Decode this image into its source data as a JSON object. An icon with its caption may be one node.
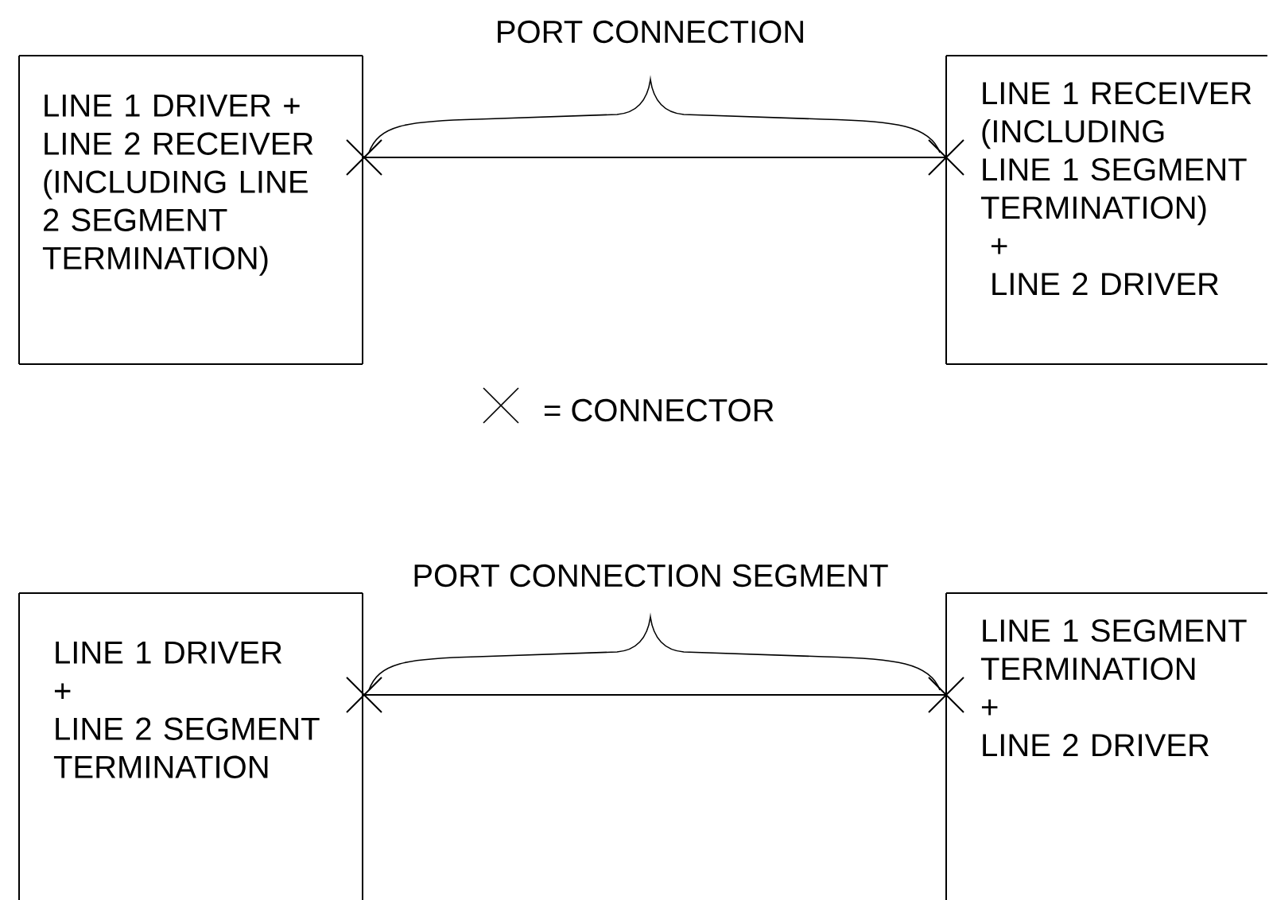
{
  "diagram": {
    "nodes": [
      {
        "text": [
          "LINE 1 DRIVER + LINE 2 RECEIVER (INCLUDING LINE 2 SEGMENT TERMINATION)"
        ]
      },
      {
        "text": [
          "LINE 1 RECEIVER (INCLUDING LINE 1 SEGMENT TERMINATION)",
          "+",
          "LINE 2 DRIVER"
        ]
      },
      {
        "text": [
          "LINE 1 DRIVER",
          "+",
          "LINE 2 SEGMENT TERMINATION"
        ]
      },
      {
        "text": [
          "LINE 1 SEGMENT TERMINATION",
          "+",
          "LINE 2 DRIVER"
        ]
      }
    ],
    "edges": [
      {
        "from": 0,
        "to": 1,
        "arrow": "none"
      },
      {
        "from": 2,
        "to": 3,
        "arrow": "none"
      }
    ],
    "labels": [
      "PORT CONNECTION",
      "PORT CONNECTION SEGMENT"
    ],
    "legend": [
      {
        "text": "= CONNECTOR"
      }
    ]
  }
}
